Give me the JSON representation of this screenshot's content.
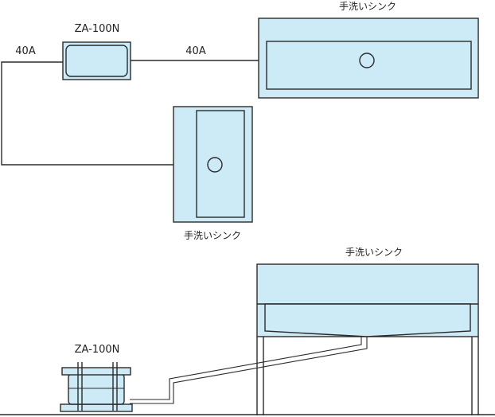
{
  "plan_view": {
    "trap_label": "ZA-100N",
    "pipe_label_left": "40A",
    "pipe_label_right": "40A",
    "sink_top_label": "手洗いシンク",
    "sink_center_label": "手洗いシンク"
  },
  "elevation_view": {
    "sink_label": "手洗いシンク",
    "trap_label": "ZA-100N"
  },
  "colors": {
    "fill": "#cdeaf7",
    "stroke": "#2b2b2b"
  }
}
